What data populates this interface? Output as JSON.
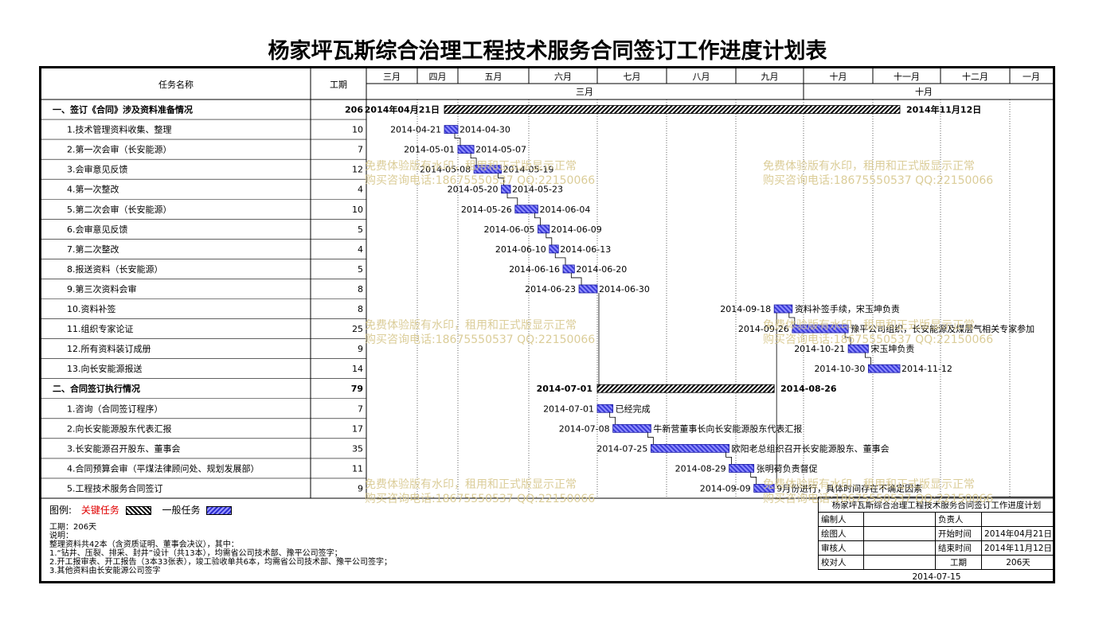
{
  "title": "杨家坪瓦斯综合治理工程技术服务合同签订工作进度计划表",
  "header": {
    "task_name": "任务名称",
    "duration": "工期"
  },
  "timeline": {
    "months_top": [
      "三月",
      "四月",
      "五月",
      "六月",
      "七月",
      "八月",
      "九月",
      "十月",
      "十一月",
      "十二月",
      "一月"
    ],
    "group_labels": [
      "三月",
      "十月"
    ]
  },
  "chart_data": {
    "type": "gantt",
    "tasks": [
      {
        "name": "一、签订《合同》涉及资料准备情况",
        "duration": "206",
        "section": true,
        "start": "2014-04-21",
        "end": "2014-11-12",
        "start_label": "2014年04月21日",
        "end_label": "2014年11月12日",
        "critical": true,
        "note": ""
      },
      {
        "name": "1.技术管理资料收集、整理",
        "duration": "10",
        "start": "2014-04-21",
        "end": "2014-04-30",
        "note": ""
      },
      {
        "name": "2.第一次会审（长安能源）",
        "duration": "7",
        "start": "2014-05-01",
        "end": "2014-05-07",
        "note": ""
      },
      {
        "name": "3.会审意见反馈",
        "duration": "12",
        "start": "2014-05-08",
        "end": "2014-05-19",
        "note": ""
      },
      {
        "name": "4.第一次整改",
        "duration": "4",
        "start": "2014-05-20",
        "end": "2014-05-23",
        "note": ""
      },
      {
        "name": "5.第二次会审（长安能源）",
        "duration": "10",
        "start": "2014-05-26",
        "end": "2014-06-04",
        "note": ""
      },
      {
        "name": "6.会审意见反馈",
        "duration": "5",
        "start": "2014-06-05",
        "end": "2014-06-09",
        "note": ""
      },
      {
        "name": "7.第二次整改",
        "duration": "4",
        "start": "2014-06-10",
        "end": "2014-06-13",
        "note": ""
      },
      {
        "name": "8.报送资料（长安能源）",
        "duration": "5",
        "start": "2014-06-16",
        "end": "2014-06-20",
        "note": ""
      },
      {
        "name": "9.第三次资料会审",
        "duration": "8",
        "start": "2014-06-23",
        "end": "2014-06-30",
        "note": ""
      },
      {
        "name": "10.资料补签",
        "duration": "8",
        "start": "2014-09-18",
        "end": "2014-09-25",
        "note": "资料补签手续，宋玉坤负责"
      },
      {
        "name": "11.组织专家论证",
        "duration": "25",
        "start": "2014-09-26",
        "end": "2014-10-20",
        "note": "豫平公司组织，长安能源及煤层气相关专家参加"
      },
      {
        "name": "12.所有资料装订成册",
        "duration": "9",
        "start": "2014-10-21",
        "end": "2014-10-29",
        "note": "宋玉坤负责"
      },
      {
        "name": "13.向长安能源报送",
        "duration": "14",
        "start": "2014-10-30",
        "end": "2014-11-12",
        "note": ""
      },
      {
        "name": "二、合同签订执行情况",
        "duration": "79",
        "section": true,
        "start": "2014-07-01",
        "end": "2014-09-17",
        "start_label": "2014-07-01",
        "end_label": "2014-08-26",
        "critical": true,
        "note": ""
      },
      {
        "name": "1.咨询（合同签订程序）",
        "duration": "7",
        "start": "2014-07-01",
        "end": "2014-07-07",
        "note": "已经完成"
      },
      {
        "name": "2.向长安能源股东代表汇报",
        "duration": "17",
        "start": "2014-07-08",
        "end": "2014-07-24",
        "note": "牛新营董事长向长安能源股东代表汇报"
      },
      {
        "name": "3.长安能源召开股东、董事会",
        "duration": "35",
        "start": "2014-07-25",
        "end": "2014-08-28",
        "note": "欧阳老总组织召开长安能源股东、董事会"
      },
      {
        "name": "4.合同预算会审（平煤法律顾问处、规划发展部）",
        "duration": "11",
        "start": "2014-08-29",
        "end": "2014-09-08",
        "note": "张明荷负责督促"
      },
      {
        "name": "5.工程技术服务合同签订",
        "duration": "9",
        "start": "2014-09-09",
        "end": "2014-09-17",
        "note": "9月份进行，具体时间存在不确定因素"
      }
    ]
  },
  "legend": {
    "label": "图例:",
    "critical": "关键任务",
    "normal": "一般任务"
  },
  "notes": [
    "工期：206天",
    "说明：",
    "整理资料共42本（含资质证明、董事会决议），其中：",
    "1.“钻井、压裂、排采、封井”设计（共13本），均需省公司技术部、豫平公司签字；",
    "2.开工报审表、开工报告（3本33张表），竣工验收单共6本，均需省公司技术部、豫平公司签字；",
    "3.其他资料由长安能源公司签字"
  ],
  "infobox": {
    "title": "杨家坪瓦斯综合治理工程技术服务合同签订工作进度计划",
    "editor_label": "编制人",
    "owner_label": "负责人",
    "drawer_label": "绘图人",
    "start_label": "开始时间",
    "start_value": "2014年04月21日",
    "reviewer_label": "审核人",
    "end_label": "结束时间",
    "end_value": "2014年11月12日",
    "checker_label": "校对人",
    "duration_label": "工期",
    "duration_value": "206天",
    "date": "2014-07-15"
  },
  "watermark": {
    "line1": "免费体验版有水印，租用和正式版显示正常",
    "line2": "购买咨询电话:18675550537 QQ:22150066"
  },
  "colors": {
    "normal_bar": "#3b3bd6",
    "critical_bar": "#000000",
    "critical_text": "#e00000",
    "watermark": "#d8c88e"
  }
}
